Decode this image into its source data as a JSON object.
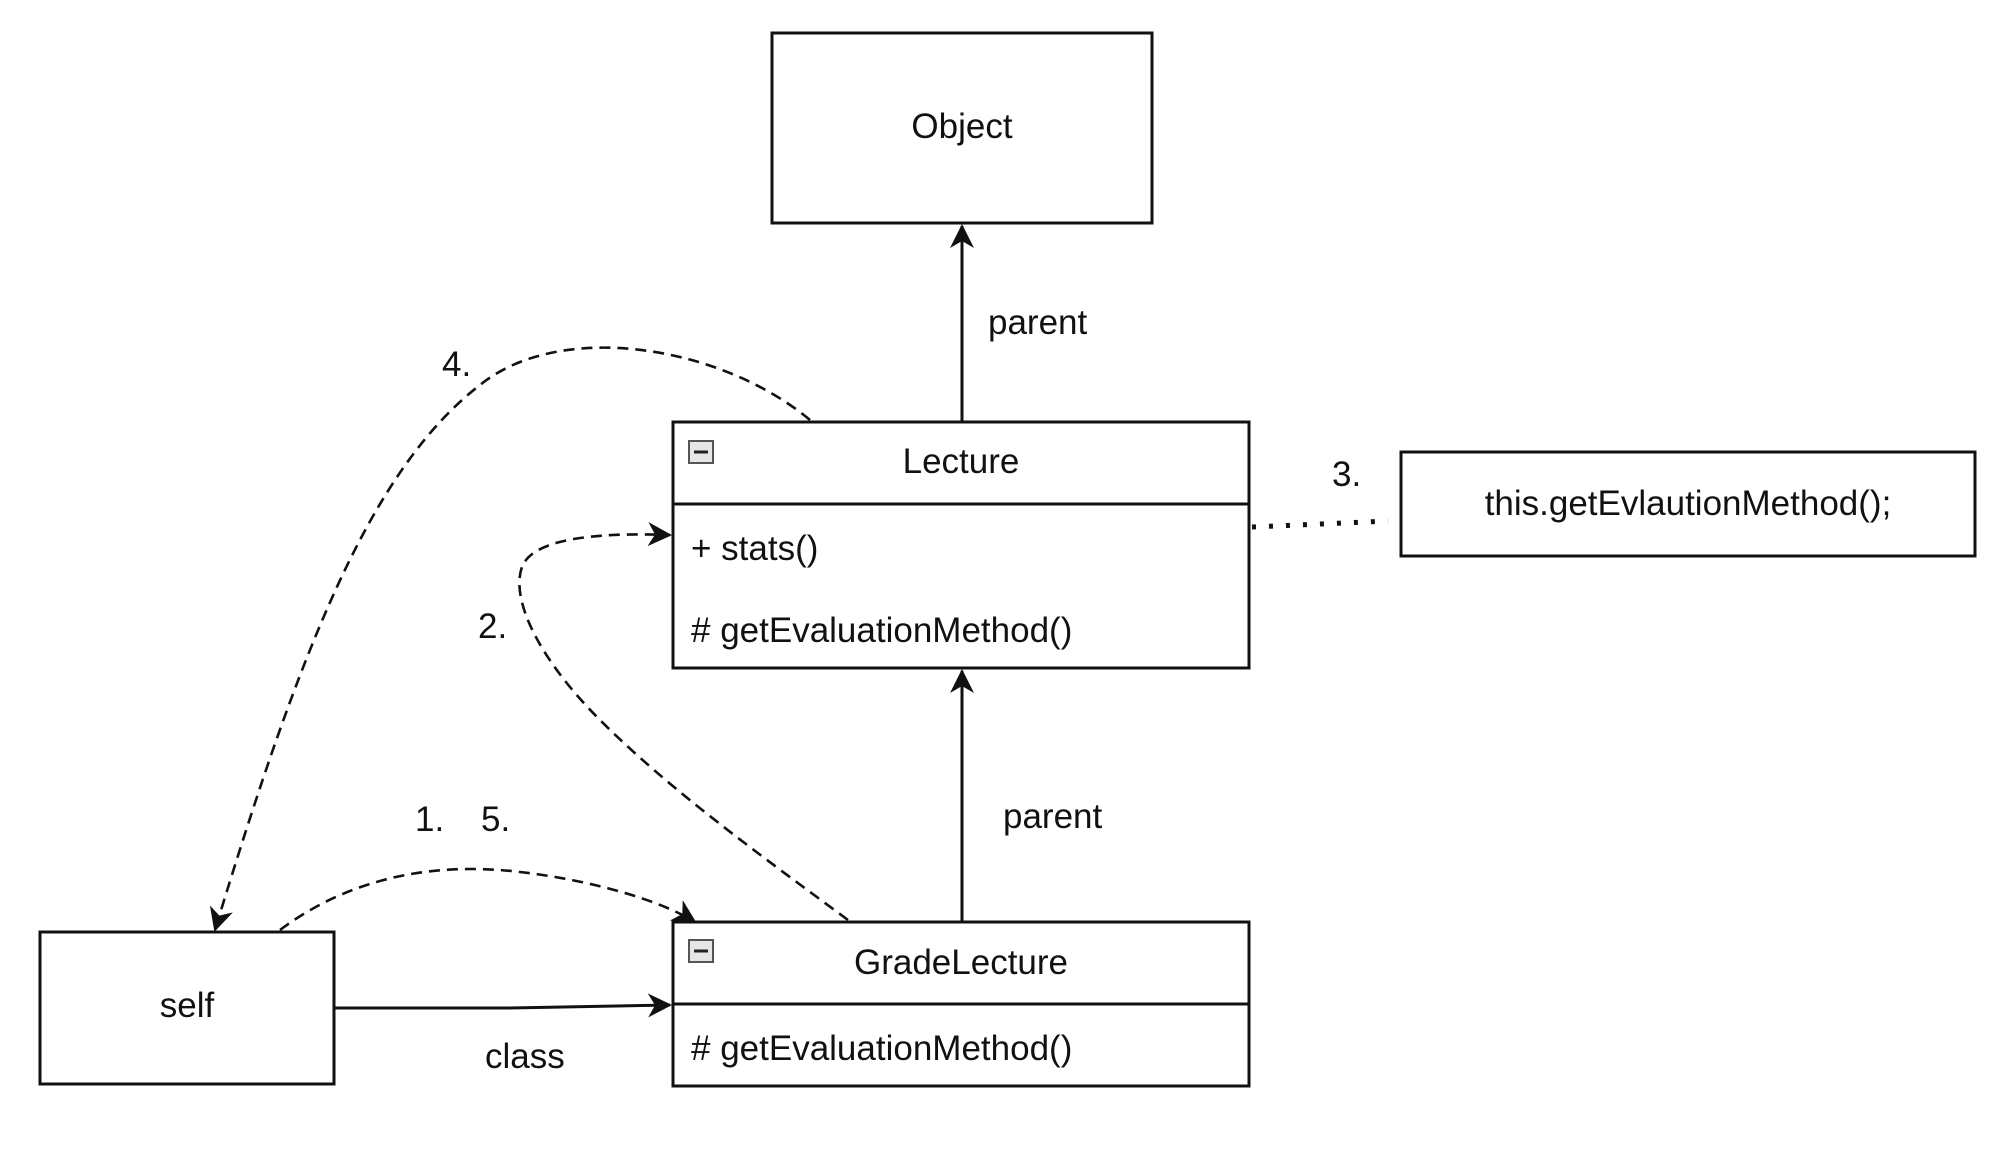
{
  "nodes": {
    "object": {
      "label": "Object"
    },
    "lecture": {
      "title": "Lecture",
      "methods": [
        "+ stats()",
        "# getEvaluationMethod()"
      ]
    },
    "grade_lecture": {
      "title": "GradeLecture",
      "methods": [
        "# getEvaluationMethod()"
      ]
    },
    "self": {
      "label": "self"
    },
    "note": {
      "label": "this.getEvlautionMethod();"
    }
  },
  "edges": {
    "lecture_parent": "parent",
    "grade_parent": "parent",
    "self_class": "class"
  },
  "steps": {
    "step_1": "1.",
    "step_2": "2.",
    "step_3": "3.",
    "step_4": "4.",
    "step_5": "5."
  },
  "icons": {
    "collapse": "minus-square-icon"
  }
}
